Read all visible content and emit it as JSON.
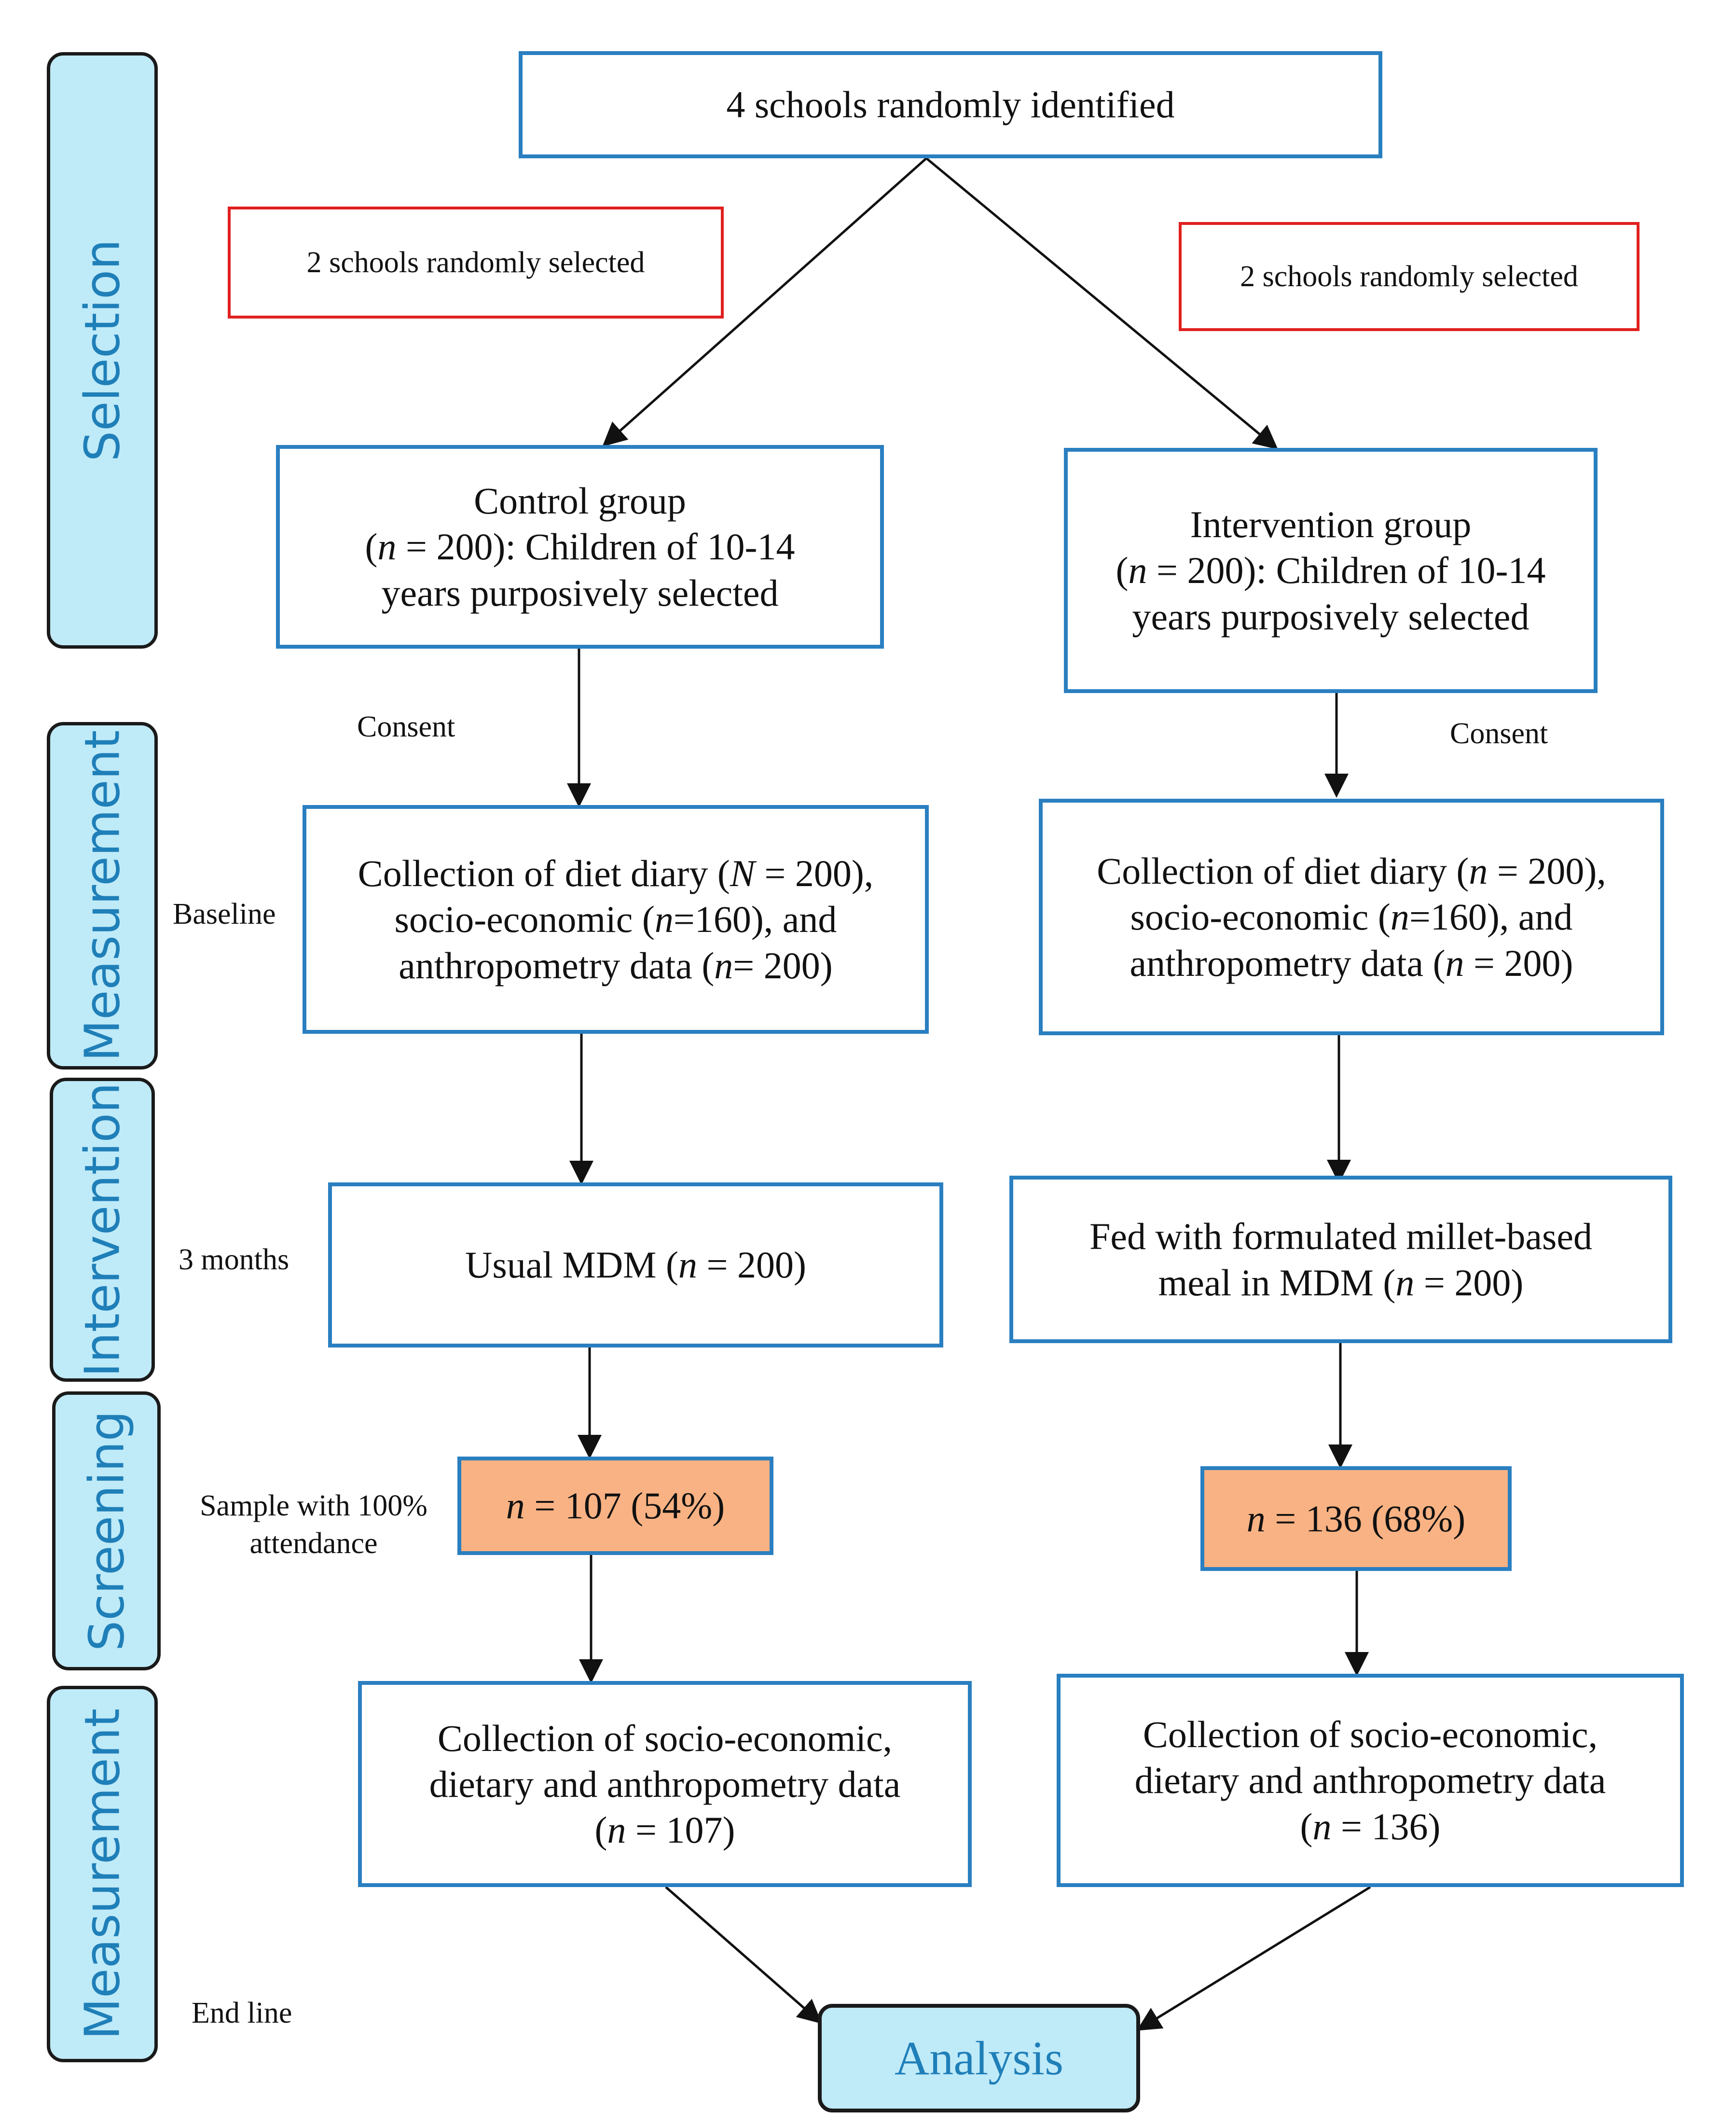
{
  "stages": [
    {
      "id": "selection",
      "label": "Selection"
    },
    {
      "id": "measurement-1",
      "label": "Measurement"
    },
    {
      "id": "intervention",
      "label": "Intervention"
    },
    {
      "id": "screening",
      "label": "Screening"
    },
    {
      "id": "measurement-2",
      "label": "Measurement"
    }
  ],
  "top_box": "4 schools randomly identified",
  "selected_left": "2 schools randomly selected",
  "selected_right": "2 schools randomly selected",
  "control": {
    "title": "Control group",
    "n_open": "(",
    "n_var": "n",
    "n_rest": " = 200): Children of 10-14",
    "line3": "years purposively selected"
  },
  "intervention": {
    "title": "Intervention group",
    "n_open": "(",
    "n_var": "n",
    "n_rest": " = 200): Children of 10-14",
    "line3": "years purposively selected"
  },
  "side_labels": {
    "consent_left": "Consent",
    "consent_right": "Consent",
    "baseline": "Baseline",
    "three_months": "3 months",
    "sample_line1": "Sample with 100%",
    "sample_line2": "attendance",
    "end_line": "End line"
  },
  "baseline_control": {
    "l1_a": "Collection of diet diary (",
    "l1_var": "N",
    "l1_b": " = 200),",
    "l2_a": "socio-economic (",
    "l2_var": "n",
    "l2_b": "=160), and",
    "l3_a": "anthropometry data (",
    "l3_var": "n",
    "l3_b": "= 200)"
  },
  "baseline_intervention": {
    "l1_a": "Collection of diet diary (",
    "l1_var": "n",
    "l1_b": " = 200),",
    "l2_a": "socio-economic (",
    "l2_var": "n",
    "l2_b": "=160), and",
    "l3_a": "anthropometry data (",
    "l3_var": "n",
    "l3_b": " = 200)"
  },
  "mdm_control": {
    "a": "Usual MDM (",
    "var": "n",
    "b": " = 200)"
  },
  "mdm_intervention": {
    "l1": "Fed with formulated millet-based",
    "l2_a": "meal in MDM (",
    "l2_var": "n",
    "l2_b": " = 200)"
  },
  "screen_control": {
    "var": "n",
    "rest": " = 107 (54%)"
  },
  "screen_intervention": {
    "var": "n",
    "rest": " = 136 (68%)"
  },
  "endline_control": {
    "l1": "Collection of socio-economic,",
    "l2": "dietary and anthropometry data",
    "l3_a": "(",
    "l3_var": "n",
    "l3_b": " = 107)"
  },
  "endline_intervention": {
    "l1": "Collection of socio-economic,",
    "l2": "dietary and anthropometry data",
    "l3_a": "(",
    "l3_var": "n",
    "l3_b": " = 136)"
  },
  "analysis": "Analysis"
}
